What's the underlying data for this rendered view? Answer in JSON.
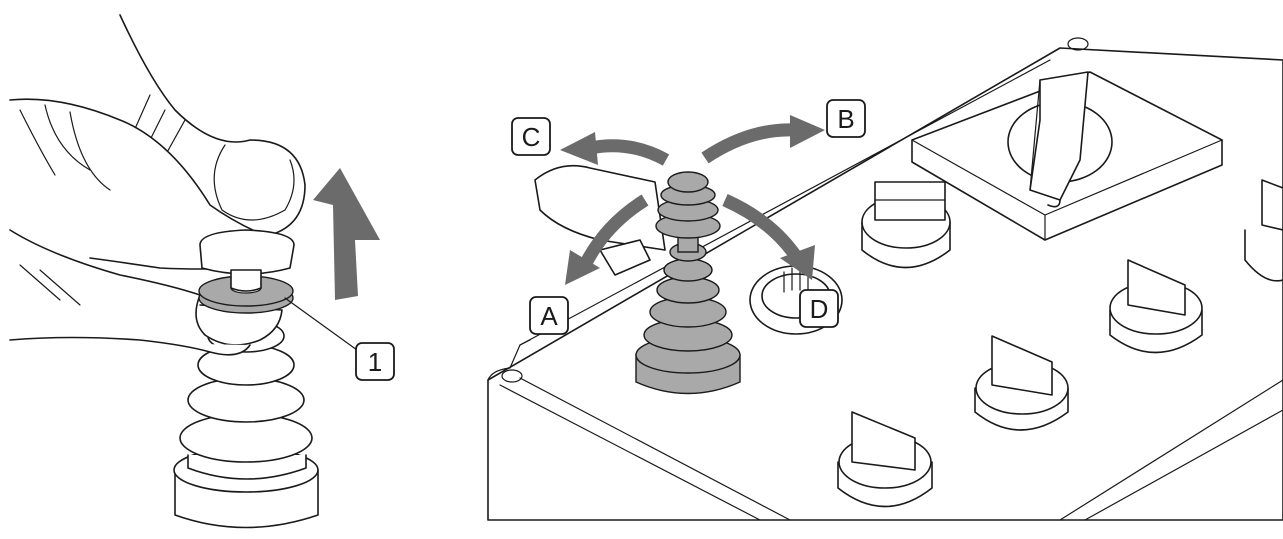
{
  "callouts": {
    "part_1": "1",
    "dir_a": "A",
    "dir_b": "B",
    "dir_c": "C",
    "dir_d": "D"
  },
  "colors": {
    "arrow": "#6b6b6b",
    "part_fill": "#a9a9a9",
    "outline": "#1a1a1a"
  },
  "icons": {
    "lift_arrow": "arrow-up-icon",
    "tilt_arrows": "curved-arrow-icon"
  }
}
